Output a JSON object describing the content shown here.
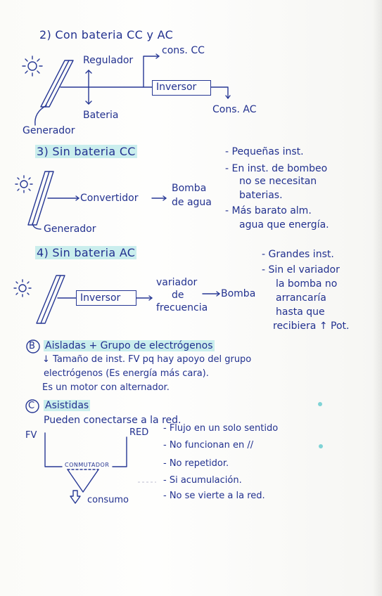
{
  "section2": {
    "title": "2) Con bateria CC y AC",
    "regulador": "Regulador",
    "cons_cc": "cons. CC",
    "inversor": "Inversor",
    "bateria": "Bateria",
    "cons_ac": "Cons. AC",
    "generador": "Generador"
  },
  "section3": {
    "title": "3) Sin bateria CC",
    "convertidor": "Convertidor",
    "bomba": "Bomba",
    "de_agua": "de agua",
    "generador": "Generador",
    "notes": [
      "- Pequeñas inst.",
      "- En inst. de bombeo",
      "no se necesitan",
      "baterias.",
      "- Más barato alm.",
      "agua que energía."
    ]
  },
  "section4": {
    "title": "4) Sin bateria AC",
    "inversor": "Inversor",
    "variador": "variador",
    "de": "de",
    "frecuencia": "frecuencia",
    "bomba": "Bomba",
    "notes": [
      "- Grandes inst.",
      "- Sin el variador",
      "la bomba no",
      "arrancaría",
      "hasta que",
      "recibiera ↑ Pot."
    ]
  },
  "sectionB": {
    "letter": "B",
    "title": "Aisladas + Grupo de electrógenos",
    "lines": [
      "↓ Tamaño de inst. FV pq hay apoyo del grupo",
      "electrógenos (Es energía más cara).",
      "Es un motor con alternador."
    ]
  },
  "sectionC": {
    "letter": "C",
    "title": "Asistidas",
    "subtitle": "Pueden conectarse a la red.",
    "fv": "FV",
    "red": "RED",
    "conmutador": "CONMUTADOR",
    "consumo": "consumo",
    "notes": [
      "- Flujo en un solo sentido",
      "- No funcionan en //",
      "- No repetidor.",
      "- Si acumulación.",
      "- No se vierte a la red."
    ]
  }
}
